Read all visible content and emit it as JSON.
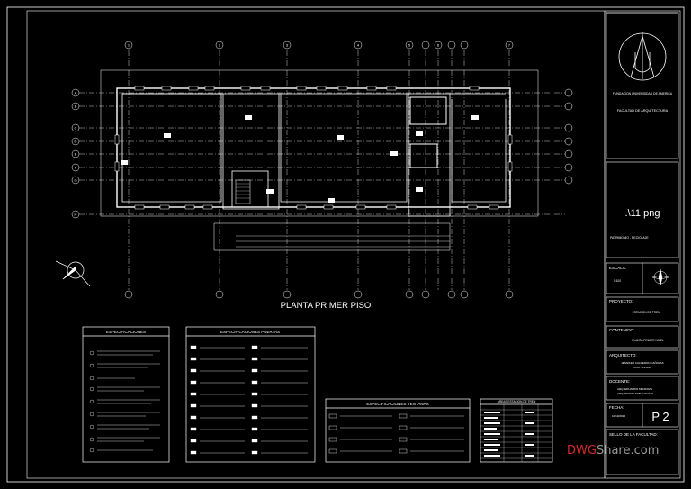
{
  "plan": {
    "title": "PLANTA PRIMER PISO",
    "axis_numbers": [
      "1",
      "2",
      "3",
      "4",
      "5",
      "6",
      "7"
    ],
    "axis_letters": [
      "A",
      "B",
      "C",
      "D",
      "E",
      "F",
      "G",
      "H"
    ]
  },
  "spec_general": {
    "title": "ESPECIFICACIONES"
  },
  "spec_doors": {
    "title": "ESPECIFICACIONES PUERTAS"
  },
  "spec_windows": {
    "title": "ESPECIFICACIONES VENTANAS"
  },
  "areas_table": {
    "title": "AREAS ESTACION DE TREN"
  },
  "title_block": {
    "institution": "FUNDACION UNIVERSIDAD DE AMERICA",
    "faculty": "FACULTAD DE ARQUITECTURA",
    "file_name": ".\\11.png",
    "area_note": "PATRIMONIO - RECICLAJE",
    "escala_label": "ESCALA:",
    "escala_value": "1:100",
    "proyecto_label": "PROYECTO:",
    "proyecto_value": "ESTACION DE TREN",
    "contenido_label": "CONTENIDO:",
    "contenido_value": "PLANTA PRIMER NIVEL",
    "arquitecto_label": "ARQUITECTO:",
    "arquitecto_value1": "JENNIFER CALDERON CAÑOLAS",
    "arquitecto_value2": "COD: 1131350",
    "docente_label": "DOCENTE:",
    "docente_value1": "ARQ. EDUARDO MENDOZA",
    "docente_value2": "ARQ. PEDRO PABLO ROJAS",
    "fecha_label": "FECHA:",
    "fecha_value": "10/10/2015",
    "plate": "P 2",
    "sello_label": "SELLO DE LA FACULTAD:"
  },
  "watermark": {
    "brand_red": "DWG",
    "brand_rest": "Share.com"
  },
  "colors": {
    "line": "#ffffff",
    "brand_red": "#d42a2a",
    "brand_grey": "#9a9a9a"
  }
}
